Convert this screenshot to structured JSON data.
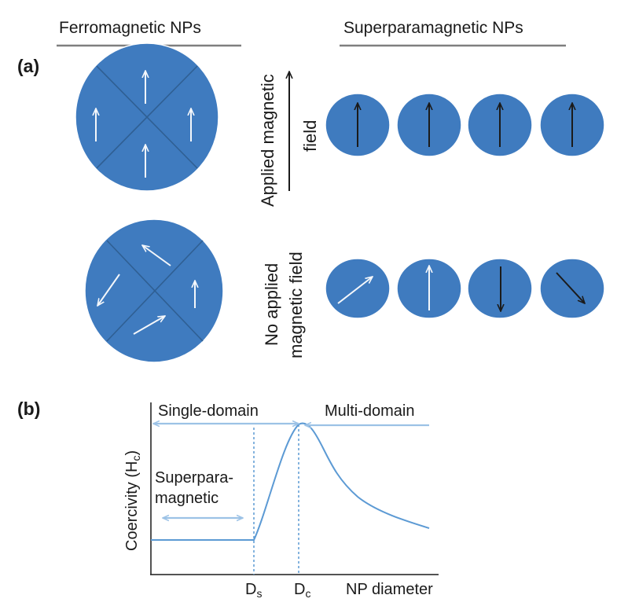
{
  "headers": {
    "ferromagnetic": "Ferromagnetic NPs",
    "superparamagnetic": "Superparamagnetic NPs"
  },
  "panel_a": {
    "label": "(a)",
    "applied_field_line1": "Applied magnetic",
    "applied_field_line2": "field",
    "no_field_line1": "No applied",
    "no_field_line2": "magnetic field"
  },
  "panel_b": {
    "label": "(b)",
    "y_axis_main": "Coercivity (H",
    "y_axis_sub": "c",
    "y_axis_close": ")",
    "single_domain": "Single-domain",
    "multi_domain": "Multi-domain",
    "superpara_line1": "Superpara-",
    "superpara_line2": "magnetic",
    "ds_main": "D",
    "ds_sub": "s",
    "dc_main": "D",
    "dc_sub": "c",
    "x_axis": "NP diameter"
  },
  "colors": {
    "particle": "#3f7bbf",
    "curve": "#5c9ad4"
  }
}
